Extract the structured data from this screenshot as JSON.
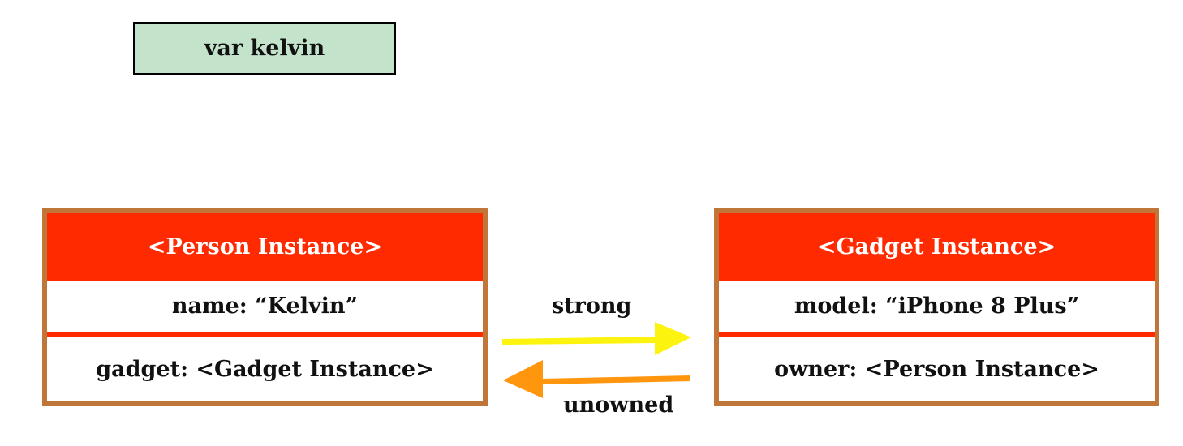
{
  "variable": {
    "label": "var kelvin"
  },
  "person": {
    "title": "<Person Instance>",
    "property1": "name: “Kelvin”",
    "property2": "gadget: <Gadget Instance>"
  },
  "gadget": {
    "title": "<Gadget Instance>",
    "property1": "model: “iPhone 8 Plus”",
    "property2": "owner: <Person Instance>"
  },
  "relations": {
    "strong_label": "strong",
    "unowned_label": "unowned"
  },
  "colors": {
    "variable_fill": "#c3e3cb",
    "header_fill": "#ff2a00",
    "divider": "#ff2a00",
    "border": "#c07638",
    "strong_arrow": "#fcf40f",
    "unowned_arrow": "#ff960d"
  }
}
